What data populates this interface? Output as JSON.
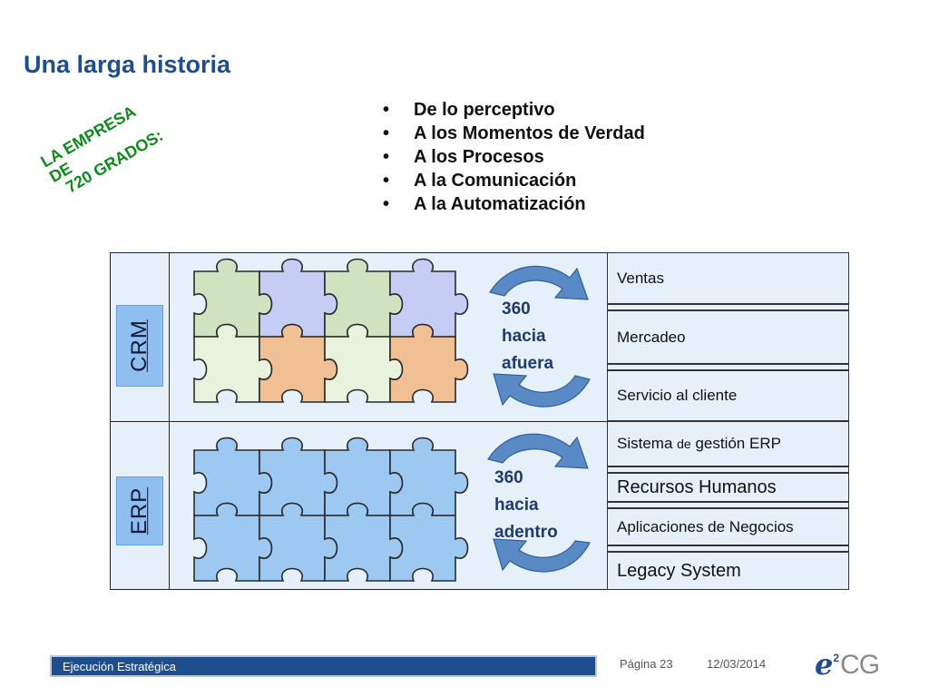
{
  "title": "Una larga historia",
  "bullets": [
    "De lo perceptivo",
    "A los Momentos de Verdad",
    "A los Procesos",
    "A la Comunicación",
    "A la Automatización"
  ],
  "slogan": [
    "LA EMPRESA",
    "DE",
    "720 GRADOS:"
  ],
  "crm": {
    "label": "CRM",
    "cycle": [
      "360",
      "hacia",
      "afuera"
    ],
    "items": [
      "Ventas",
      "Mercadeo",
      "Servicio al cliente"
    ]
  },
  "erp": {
    "label": "ERP",
    "cycle": [
      "360",
      "hacia",
      "adentro"
    ],
    "items": {
      "sistema_a": "Sistema ",
      "sistema_de": "de",
      "sistema_b": " gestión ERP",
      "rrhh": "Recursos Humanos",
      "apps": "Aplicaciones de Negocios",
      "legacy": "Legacy System"
    }
  },
  "colors": {
    "title": "#1f4e8c",
    "slogan": "#0d8a1a",
    "panel": "#e6f0fb",
    "side_label": "#8fbff0",
    "piece_green": "#cfe3c1",
    "piece_violet": "#c6cdf5",
    "piece_light": "#e8f2dc",
    "piece_orange": "#f0bf93",
    "piece_blue": "#9dc8f2",
    "arrow": "#5a8ac6"
  },
  "footer": {
    "section": "Ejecución Estratégica",
    "page": "Página 23",
    "date": "12/03/2014",
    "logo_e": "e",
    "logo_sup": "2",
    "logo_cg": "CG"
  }
}
